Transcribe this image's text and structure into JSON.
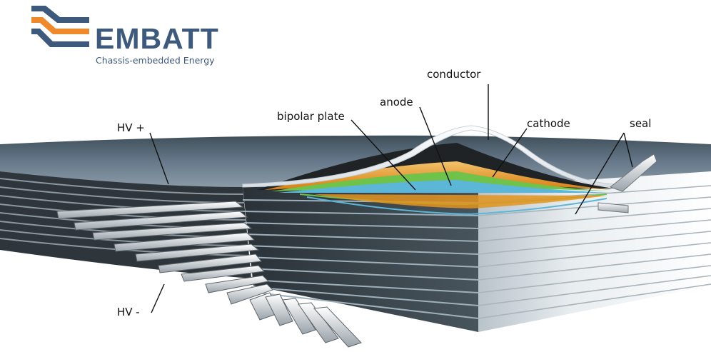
{
  "logo": {
    "wordmark": "EMBATT",
    "tagline": "Chassis-embedded Energy",
    "colors": {
      "navy": "#3d5a7c",
      "orange": "#ee8a2c"
    }
  },
  "labels": {
    "conductor": "conductor",
    "anode": "anode",
    "bipolar_plate": "bipolar plate",
    "cathode": "cathode",
    "seal": "seal",
    "hv_plus": "HV +",
    "hv_minus": "HV -"
  },
  "colors": {
    "plate_top": "#5b6d78",
    "dark_layer": "#2b2f33",
    "orange_layer": "#f5a623",
    "green_layer": "#6fc24a",
    "blue_layer": "#5bb6d8"
  }
}
